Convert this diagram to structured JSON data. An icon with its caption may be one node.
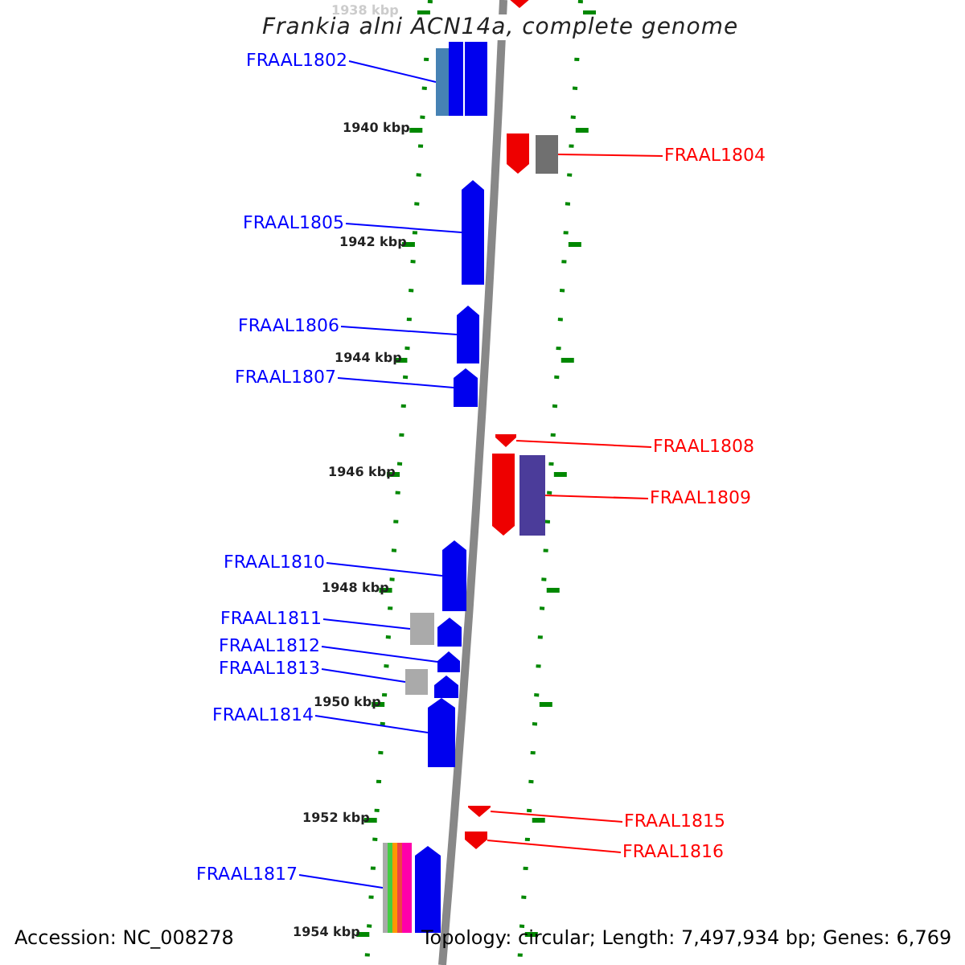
{
  "diagram": {
    "title": "Frankia alni ACN14a, complete genome",
    "nodes": [
      {
        "text": [
          "FRAAL1802"
        ]
      },
      {
        "text": [],
        "shape": "bar"
      },
      {
        "text": [
          "FRAAL1804"
        ]
      },
      {
        "text": [],
        "shape": "bar"
      },
      {
        "text": [
          "FRAAL1805"
        ]
      },
      {
        "text": [],
        "shape": "bar"
      },
      {
        "text": [
          "FRAAL1806"
        ]
      },
      {
        "text": [],
        "shape": "bar"
      },
      {
        "text": [
          "FRAAL1807"
        ]
      },
      {
        "text": [],
        "shape": "bar"
      },
      {
        "text": [
          "FRAAL1808"
        ]
      },
      {
        "text": [],
        "shape": "bar"
      },
      {
        "text": [
          "FRAAL1809"
        ]
      },
      {
        "text": [],
        "shape": "bar"
      },
      {
        "text": [
          "FRAAL1810"
        ]
      },
      {
        "text": [],
        "shape": "bar"
      },
      {
        "text": [
          "FRAAL1811"
        ]
      },
      {
        "text": [],
        "shape": "bar"
      },
      {
        "text": [
          "FRAAL1812"
        ]
      },
      {
        "text": [],
        "shape": "bar"
      },
      {
        "text": [
          "FRAAL1813"
        ]
      },
      {
        "text": [],
        "shape": "bar"
      },
      {
        "text": [
          "FRAAL1814"
        ]
      },
      {
        "text": [],
        "shape": "bar"
      },
      {
        "text": [
          "FRAAL1815"
        ]
      },
      {
        "text": [],
        "shape": "bar"
      },
      {
        "text": [
          "FRAAL1816"
        ]
      },
      {
        "text": [],
        "shape": "bar"
      },
      {
        "text": [
          "FRAAL1817"
        ]
      },
      {
        "text": [],
        "shape": "bar"
      },
      {
        "text": [],
        "shape": "bar"
      },
      {
        "text": [],
        "shape": "bar"
      },
      {
        "text": [],
        "shape": "bar"
      },
      {
        "text": [],
        "shape": "bar"
      },
      {
        "text": [],
        "shape": "bar"
      },
      {
        "text": [],
        "shape": "bar"
      },
      {
        "text": [],
        "shape": "bar"
      },
      {
        "text": [],
        "shape": "bar"
      }
    ],
    "edges": [
      {
        "from": 0,
        "to": 1,
        "arrow": "none"
      },
      {
        "from": 2,
        "to": 3,
        "arrow": "none",
        "color": "#ff0000"
      },
      {
        "from": 4,
        "to": 5,
        "arrow": "none"
      },
      {
        "from": 6,
        "to": 7,
        "arrow": "none"
      },
      {
        "from": 8,
        "to": 9,
        "arrow": "none"
      },
      {
        "from": 10,
        "to": 11,
        "arrow": "none",
        "color": "#ff0000"
      },
      {
        "from": 12,
        "to": 13,
        "arrow": "none",
        "color": "#ff0000"
      },
      {
        "from": 14,
        "to": 15,
        "arrow": "none"
      },
      {
        "from": 16,
        "to": 17,
        "arrow": "none"
      },
      {
        "from": 18,
        "to": 19,
        "arrow": "none"
      },
      {
        "from": 20,
        "to": 21,
        "arrow": "none"
      },
      {
        "from": 22,
        "to": 23,
        "arrow": "none"
      },
      {
        "from": 24,
        "to": 25,
        "arrow": "none",
        "color": "#ff0000"
      },
      {
        "from": 26,
        "to": 27,
        "arrow": "none",
        "color": "#ff0000"
      },
      {
        "from": 28,
        "to": 29,
        "arrow": "none"
      }
    ],
    "labels": [
      "1938 kbp",
      "1940 kbp",
      "1942 kbp",
      "1944 kbp",
      "1946 kbp",
      "1948 kbp",
      "1950 kbp",
      "1952 kbp",
      "1954 kbp",
      "Accession: NC_008278",
      "Topology: circular; Length: 7,497,934 bp; Genes: 6,769"
    ]
  }
}
